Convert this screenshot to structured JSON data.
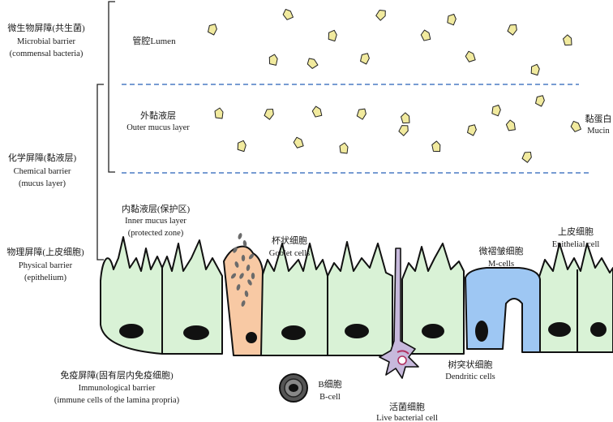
{
  "barriers": {
    "microbial": {
      "cn": "微生物屏障(共生菌)",
      "en1": "Microbial  barrier",
      "en2": "(commensal bacteria)"
    },
    "chemical": {
      "cn": "化学屏障(黏液层)",
      "en1": "Chemical barrier",
      "en2": "(mucus layer)"
    },
    "physical": {
      "cn": "物理屏障(上皮细胞)",
      "en1": "Physical barrier",
      "en2": "(epithelium)"
    },
    "immunological": {
      "cn": "免疫屏障(固有层内免疫细胞)",
      "en1": "Immunological barrier",
      "en2": "(immune cells of the lamina propria)"
    }
  },
  "zones": {
    "lumen": "管腔Lumen",
    "outer_mucus": {
      "cn": "外黏液层",
      "en": "Outer mucus layer"
    },
    "inner_mucus": {
      "cn": "内黏液层(保护区)",
      "en1": "Inner mucus layer",
      "en2": "(protected zone)"
    },
    "mucin": {
      "cn": "黏蛋白",
      "en": "Mucin"
    }
  },
  "cells": {
    "goblet": {
      "cn": "杯状细胞",
      "en": "Goblet cells"
    },
    "mcell": {
      "cn": "微褶皱细胞",
      "en": "M-cells"
    },
    "epithelial": {
      "cn": "上皮细胞",
      "en": "Epithelial cell"
    },
    "dendritic": {
      "cn": "树突状细胞",
      "en": "Dendritic cells"
    },
    "bcell": {
      "cn": "B细胞",
      "en": "B-cell"
    },
    "live_bacteria": {
      "cn": "活菌细胞",
      "en": "Live bacterial cell"
    }
  },
  "colors": {
    "epithelium_fill": "#d9f2d6",
    "goblet_fill": "#f8c9a4",
    "mcell_fill": "#9ec7f3",
    "dendritic_fill": "#c7b9dc",
    "bacteria_fill": "#f1ea9e",
    "dashed_line": "#4a7bc4"
  }
}
